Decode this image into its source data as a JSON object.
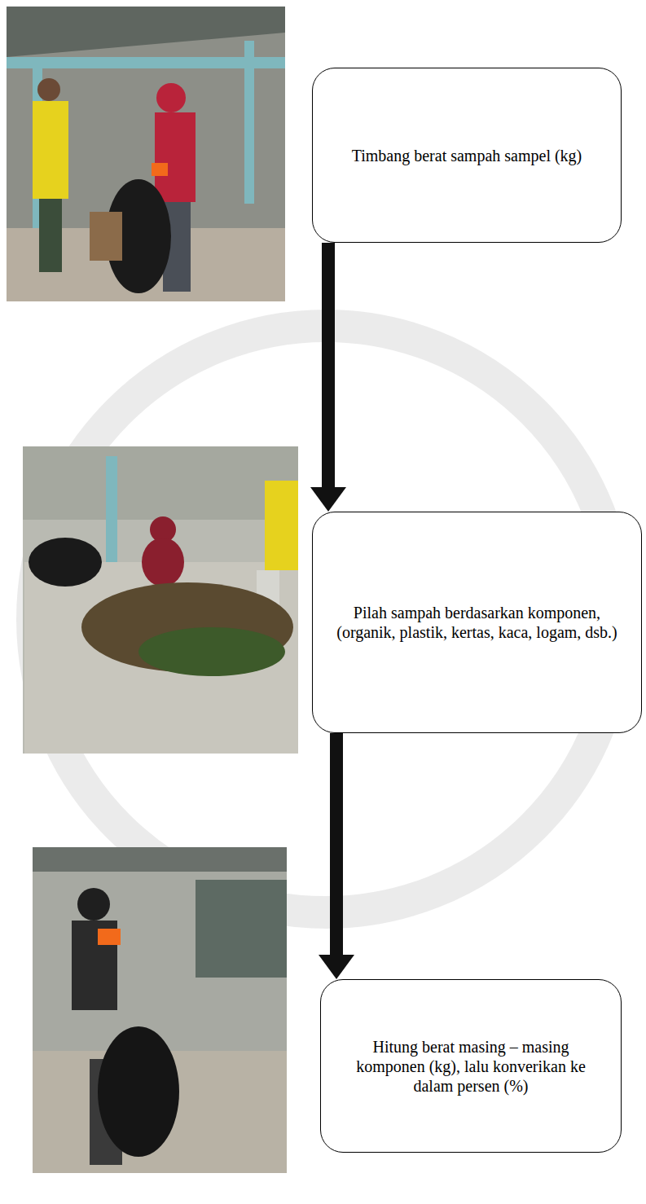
{
  "diagram": {
    "nodes": [
      {
        "text": [
          "Timbang berat sampah sampel (kg)"
        ]
      },
      {
        "text": [
          "Pilah sampah berdasarkan komponen, (organik, plastik, kertas, kaca, logam, dsb.)"
        ]
      },
      {
        "text": [
          "Hitung berat masing – masing komponen (kg), lalu konverikan ke dalam persen (%)"
        ]
      }
    ],
    "edges": [
      {
        "from": 0,
        "to": 1,
        "arrow": "to"
      },
      {
        "from": 1,
        "to": 2,
        "arrow": "to"
      }
    ]
  }
}
